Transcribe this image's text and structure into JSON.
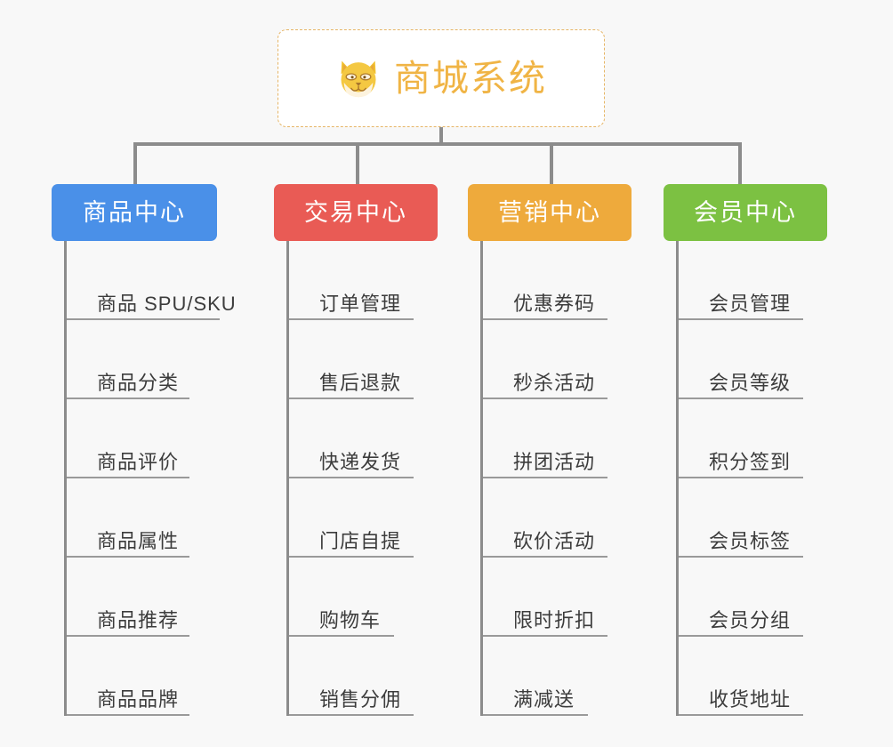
{
  "page": {
    "background_color": "#f8f8f8",
    "diagram_type": "mindmap-org-chart"
  },
  "root": {
    "title": "商城系统",
    "icon": "shiba-dog-face-icon",
    "text_color": "#f0b445",
    "border_color": "#e6b566",
    "background_color": "#ffffff"
  },
  "connector": {
    "color": "#8c8c8c"
  },
  "columns": [
    {
      "id": "product-center",
      "label": "商品中心",
      "color": "#4a90e8",
      "items": [
        "商品 SPU/SKU",
        "商品分类",
        "商品评价",
        "商品属性",
        "商品推荐",
        "商品品牌"
      ]
    },
    {
      "id": "trade-center",
      "label": "交易中心",
      "color": "#e95b55",
      "items": [
        "订单管理",
        "售后退款",
        "快递发货",
        "门店自提",
        "购物车",
        "销售分佣"
      ]
    },
    {
      "id": "marketing-center",
      "label": "营销中心",
      "color": "#eeaa3c",
      "items": [
        "优惠券码",
        "秒杀活动",
        "拼团活动",
        "砍价活动",
        "限时折扣",
        "满减送"
      ]
    },
    {
      "id": "member-center",
      "label": "会员中心",
      "color": "#7cc142",
      "items": [
        "会员管理",
        "会员等级",
        "积分签到",
        "会员标签",
        "会员分组",
        "收货地址"
      ]
    }
  ]
}
